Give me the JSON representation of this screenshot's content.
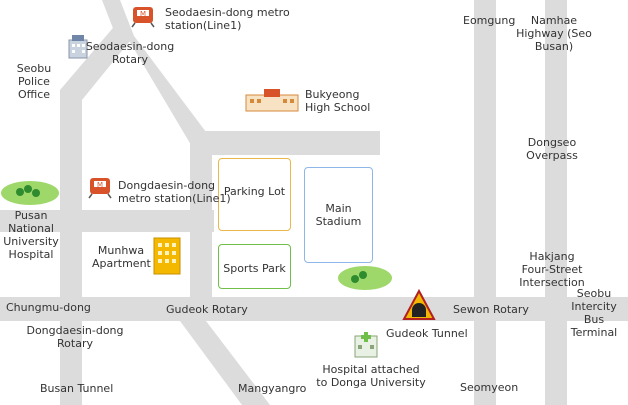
{
  "places": {
    "seodaesin_station": "Seodaesin-dong metro station(Line1)",
    "seodaesin_rotary": "Seodaesin-dong Rotary",
    "seobu_police": "Seobu Police Office",
    "bukyeong_hs": "Bukyeong High School",
    "eomgung": "Eomgung",
    "namhae_highway": "Namhae Highway (Seo Busan)",
    "dongseo_overpass": "Dongseo Overpass",
    "dongdaesin_station": "Dongdaesin-dong metro station(Line1)",
    "pnu_hospital": "Pusan National University Hospital",
    "parking_lot": "Parking Lot",
    "main_stadium": "Main Stadium",
    "munhwa_apartment": "Munhwa Apartment",
    "sports_park": "Sports Park",
    "hakjang": "Hakjang Four-Street Intersection",
    "seobu_terminal": "Seobu Intercity Bus Terminal",
    "chungmu": "Chungmu-dong",
    "gudeok_rotary": "Gudeok Rotary",
    "sewon_rotary": "Sewon Rotary",
    "gudeok_tunnel": "Gudeok Tunnel",
    "dongdaesin_rotary": "Dongdaesin-dong Rotary",
    "hospital_donga": "Hospital attached to Donga University",
    "busan_tunnel": "Busan Tunnel",
    "mangyangro": "Mangyangro",
    "seomyeon": "Seomyeon"
  },
  "colors": {
    "road": "#dcdcdc",
    "parking_border": "#e8b84a",
    "stadium_border": "#8fb6e8",
    "park_border": "#6fbf4a",
    "metro": "#d9532a",
    "tunnel_sign": "#f2b705",
    "apartment": "#f5b800",
    "trees": "#9fd86a"
  },
  "icons": {
    "metro": "metro-icon",
    "police": "police-building-icon",
    "school": "school-icon",
    "apartment": "apartment-building-icon",
    "hospital": "hospital-building-icon",
    "tunnel": "tunnel-warning-icon",
    "trees": "trees-icon"
  }
}
